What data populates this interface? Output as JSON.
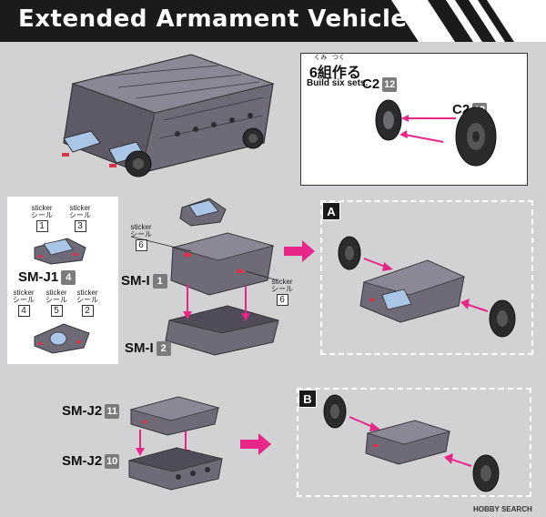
{
  "header": {
    "title": "Extended Armament Vehicle"
  },
  "build_note": {
    "ruby_1": "くみ",
    "ruby_2": "つく",
    "main": "6組作る",
    "sub": "Build six sets."
  },
  "wheel_parts": {
    "left": {
      "prefix": "C2",
      "num": "12"
    },
    "right": {
      "prefix": "C2",
      "num": "13"
    }
  },
  "sticker_panel": {
    "stickers": [
      {
        "en": "sticker",
        "jp": "シール",
        "num": "1"
      },
      {
        "en": "sticker",
        "jp": "シール",
        "num": "3"
      },
      {
        "en": "sticker",
        "jp": "シール",
        "num": "4"
      },
      {
        "en": "sticker",
        "jp": "シール",
        "num": "5"
      },
      {
        "en": "sticker",
        "jp": "シール",
        "num": "2"
      }
    ],
    "part_j1": {
      "name": "SM-J1",
      "num": "4"
    }
  },
  "middle_step": {
    "sticker_a": {
      "en": "sticker",
      "jp": "シール",
      "num": "6"
    },
    "sticker_b": {
      "en": "sticker",
      "jp": "シール",
      "num": "6"
    },
    "part_upper": {
      "name": "SM-I",
      "num": "1"
    },
    "part_lower": {
      "name": "SM-I",
      "num": "2"
    }
  },
  "bottom_step": {
    "part_upper": {
      "name": "SM-J2",
      "num": "11"
    },
    "part_lower": {
      "name": "SM-J2",
      "num": "10"
    }
  },
  "steps": {
    "a": "A",
    "b": "B"
  },
  "watermark": {
    "text": "HOBBY SEARCH"
  },
  "colors": {
    "background": "#d2d2d4",
    "header": "#1b1b1d",
    "arrow_pink": "#e8268a",
    "part_grey": "#6e6a78",
    "wheel_dark": "#2b2b2d",
    "dashed_border": "#ffffff"
  }
}
